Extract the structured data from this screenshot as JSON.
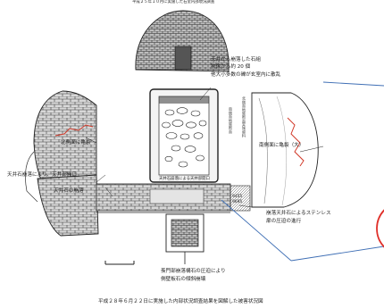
{
  "title_top": "平成２５年１０月に実施した石室内部現況調査",
  "caption_bottom": "平成２８年６月２２日に実施した内部状況調査結果を図解した被害状況図",
  "annotations": {
    "ceiling_stones_line1": "天井から崩落した石組",
    "ceiling_stones_line2": "物像から約 20 個",
    "ceiling_stones_line3": "他大小多数の礫が玄室内に散乱",
    "north_crack": "北側面に亀裂",
    "south_crack": "南側面に亀裂（大）",
    "ceiling_opening": "天井石崩落により、天井部開口",
    "ceiling_stone_fall": "天井石の崩落",
    "stainless_line1": "崩落天井石によるステンレス",
    "stainless_line2": "扉の圧迫の進行",
    "gate_line1": "羨門部崩落構石の圧迫により",
    "gate_line2": "側壁板石の傾斜崩壊",
    "center_block_label": "天井石崩落による天井部開口",
    "vertical_label_1": "北側面地質断面実施資料",
    "vertical_label_2": "南側面地質断面",
    "level_1": "9455",
    "level_2": "9695"
  },
  "colors": {
    "ink": "#2a2a2a",
    "stone_fill": "#9a9a9a",
    "crack": "#d23a2a",
    "leader": "#3f6fb5",
    "highlight_ring": "#e0302a"
  }
}
